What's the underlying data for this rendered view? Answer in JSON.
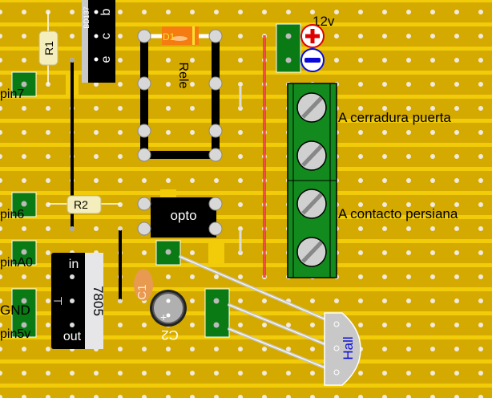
{
  "board": {
    "colors": {
      "base": "#d4aa00",
      "strip": "#f2cc08",
      "hole": "#f2eadc",
      "header_green": "#0a7a14",
      "terminal_green": "#128a1e",
      "wire_red": "#e00000",
      "jumper_black": "#000000",
      "text_dark": "#000000",
      "text_white": "#ffffff",
      "text_blue": "#0a0ad8"
    }
  },
  "labels": {
    "pin7": "pin7",
    "pin6": "pin6",
    "pinA0": "pinA0",
    "gnd": "GND",
    "pin5v": "pin5v",
    "power": "12v",
    "plus": "+",
    "minus": "−",
    "lock": "A cerradura puerta",
    "blind": "A contacto persiana"
  },
  "components": {
    "r1": "R1",
    "r2": "R2",
    "d1": "D1",
    "relay": "Rele",
    "transistor": "BD137",
    "transistor_pins": [
      "b",
      "c",
      "e"
    ],
    "opto": "opto",
    "c1": "C1",
    "c2": "C2",
    "regulator": "7805",
    "regulator_pins": [
      "in",
      "⊥",
      "out"
    ],
    "hall": "Hall"
  }
}
